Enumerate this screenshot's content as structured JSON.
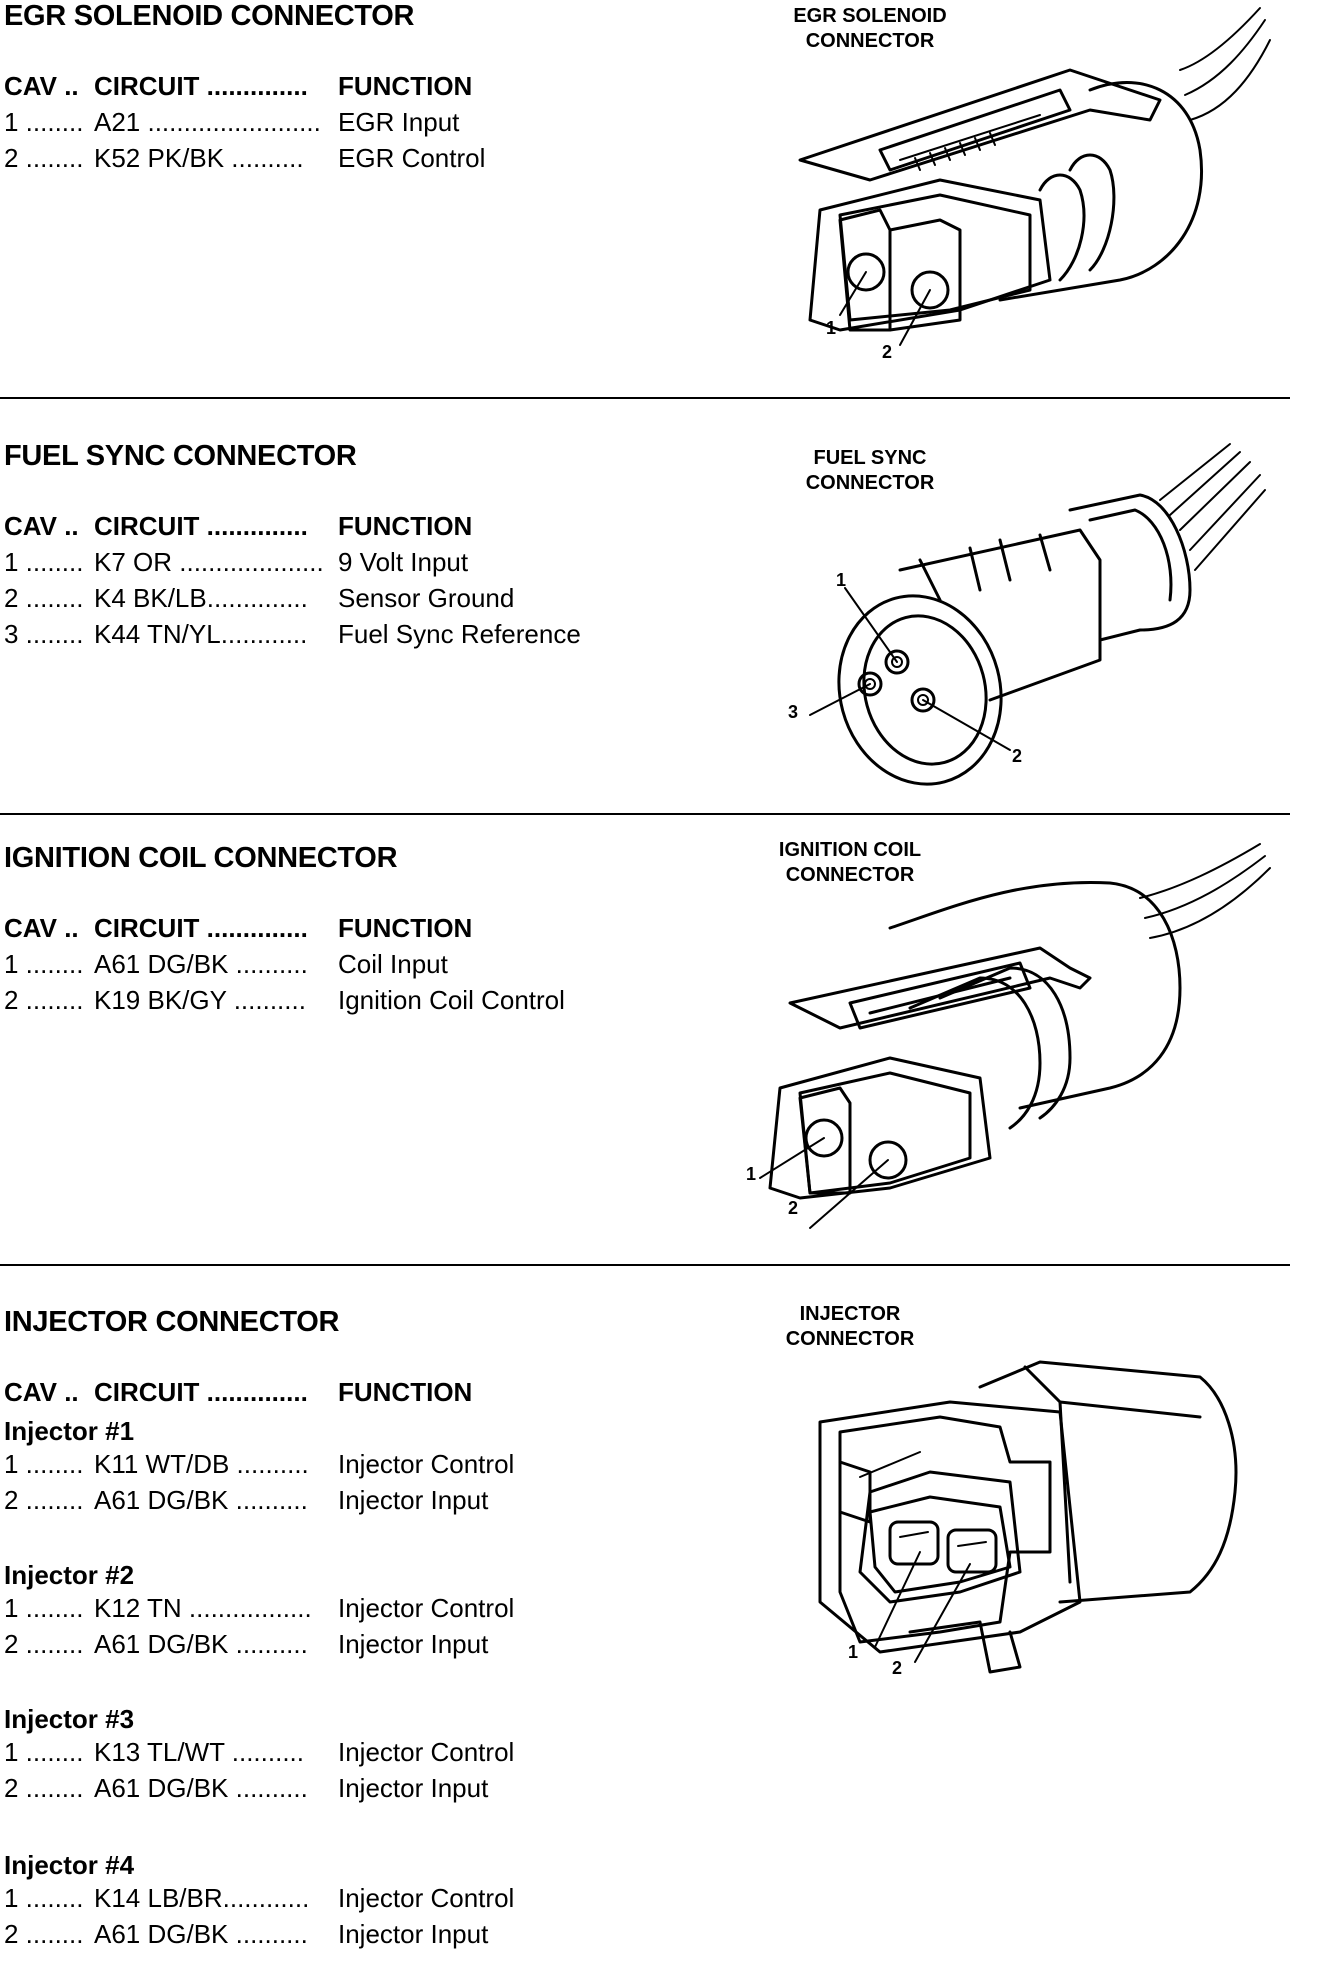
{
  "sections": [
    {
      "title": "EGR SOLENOID CONNECTOR",
      "header": {
        "cav": "CAV ..",
        "circuit": "CIRCUIT ..............",
        "function": "FUNCTION"
      },
      "rows": [
        {
          "cav": "1 ........",
          "circuit": "A21 ........................",
          "function": "EGR Input"
        },
        {
          "cav": "2 ........",
          "circuit": "K52 PK/BK ..........",
          "function": "EGR Control"
        }
      ],
      "figure": {
        "label_line1": "EGR SOLENOID",
        "label_line2": "CONNECTOR",
        "pin1": "1",
        "pin2": "2"
      }
    },
    {
      "title": "FUEL SYNC CONNECTOR",
      "header": {
        "cav": "CAV ..",
        "circuit": "CIRCUIT ..............",
        "function": "FUNCTION"
      },
      "rows": [
        {
          "cav": "1 ........",
          "circuit": "K7 OR ....................",
          "function": "9 Volt Input"
        },
        {
          "cav": "2 ........",
          "circuit": "K4 BK/LB..............",
          "function": "Sensor Ground"
        },
        {
          "cav": "3 ........",
          "circuit": "K44 TN/YL............",
          "function": "Fuel Sync Reference"
        }
      ],
      "figure": {
        "label_line1": "FUEL SYNC",
        "label_line2": "CONNECTOR",
        "pin1": "1",
        "pin2": "2",
        "pin3": "3"
      }
    },
    {
      "title": "IGNITION COIL CONNECTOR",
      "header": {
        "cav": "CAV ..",
        "circuit": "CIRCUIT ..............",
        "function": "FUNCTION"
      },
      "rows": [
        {
          "cav": "1 ........",
          "circuit": "A61 DG/BK ..........",
          "function": "Coil Input"
        },
        {
          "cav": "2 ........",
          "circuit": "K19 BK/GY ..........",
          "function": "Ignition Coil Control"
        }
      ],
      "figure": {
        "label_line1": "IGNITION COIL",
        "label_line2": "CONNECTOR",
        "pin1": "1",
        "pin2": "2"
      }
    },
    {
      "title": "INJECTOR CONNECTOR",
      "header": {
        "cav": "CAV ..",
        "circuit": "CIRCUIT ..............",
        "function": "FUNCTION"
      },
      "groups": [
        {
          "name": "Injector #1",
          "rows": [
            {
              "cav": "1 ........",
              "circuit": "K11 WT/DB ..........",
              "function": "Injector Control"
            },
            {
              "cav": "2 ........",
              "circuit": "A61 DG/BK ..........",
              "function": "Injector Input"
            }
          ]
        },
        {
          "name": "Injector #2",
          "rows": [
            {
              "cav": "1 ........",
              "circuit": "K12 TN .................",
              "function": "Injector Control"
            },
            {
              "cav": "2 ........",
              "circuit": "A61 DG/BK ..........",
              "function": "Injector Input"
            }
          ]
        },
        {
          "name": "Injector #3",
          "rows": [
            {
              "cav": "1 ........",
              "circuit": "K13 TL/WT ..........",
              "function": "Injector Control"
            },
            {
              "cav": "2 ........",
              "circuit": "A61 DG/BK ..........",
              "function": "Injector Input"
            }
          ]
        },
        {
          "name": "Injector #4",
          "rows": [
            {
              "cav": "1 ........",
              "circuit": "K14 LB/BR............",
              "function": "Injector Control"
            },
            {
              "cav": "2 ........",
              "circuit": "A61 DG/BK ..........",
              "function": "Injector Input"
            }
          ]
        }
      ],
      "figure": {
        "label_line1": "INJECTOR",
        "label_line2": "CONNECTOR",
        "pin1": "1",
        "pin2": "2"
      }
    }
  ]
}
